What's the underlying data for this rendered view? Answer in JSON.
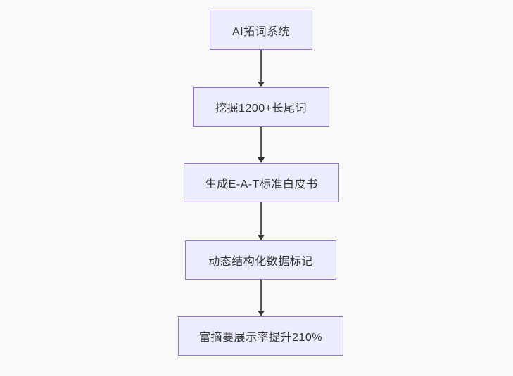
{
  "diagram": {
    "type": "flowchart",
    "direction": "top-to-bottom",
    "nodes": [
      {
        "label": "AI拓词系统"
      },
      {
        "label": "挖掘1200+长尾词"
      },
      {
        "label": "生成E-A-T标准白皮书"
      },
      {
        "label": "动态结构化数据标记"
      },
      {
        "label": "富摘要展示率提升210%"
      }
    ],
    "edges": [
      {
        "from": "AI拓词系统",
        "to": "挖掘1200+长尾词",
        "style": "arrow-down"
      },
      {
        "from": "挖掘1200+长尾词",
        "to": "生成E-A-T标准白皮书",
        "style": "arrow-down"
      },
      {
        "from": "生成E-A-T标准白皮书",
        "to": "动态结构化数据标记",
        "style": "arrow-down"
      },
      {
        "from": "动态结构化数据标记",
        "to": "富摘要展示率提升210%",
        "style": "arrow-down"
      }
    ],
    "colors": {
      "background": "#f9f9f9",
      "node_fill": "#ececff",
      "node_border": "#9370db",
      "node_text": "#333333",
      "edge_line": "#555555",
      "arrowhead": "#333333"
    }
  }
}
